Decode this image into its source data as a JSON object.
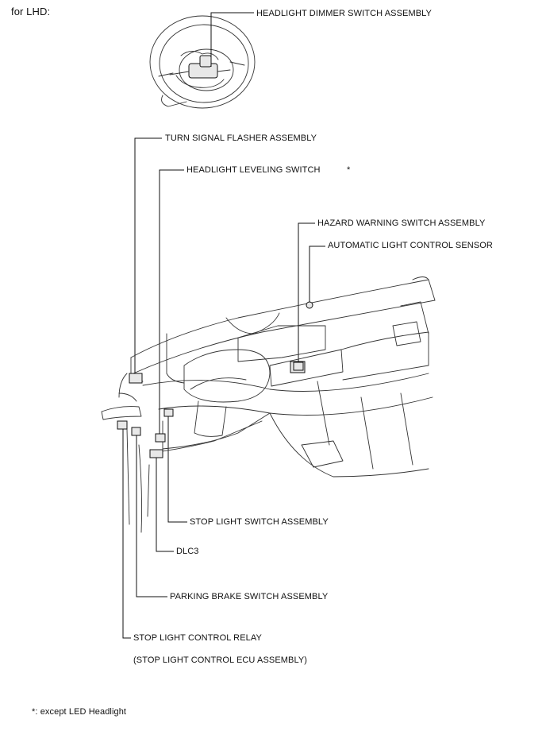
{
  "header": "for LHD:",
  "callouts": {
    "headlight_dimmer": "HEADLIGHT DIMMER SWITCH ASSEMBLY",
    "turn_signal": "TURN SIGNAL FLASHER ASSEMBLY",
    "headlight_leveling": "HEADLIGHT LEVELING SWITCH",
    "leveling_asterisk": "*",
    "hazard": "HAZARD WARNING SWITCH ASSEMBLY",
    "auto_light": "AUTOMATIC LIGHT CONTROL SENSOR",
    "stop_light_switch": "STOP LIGHT SWITCH ASSEMBLY",
    "dlc3": "DLC3",
    "parking_brake": "PARKING BRAKE SWITCH ASSEMBLY",
    "stop_light_relay": "STOP LIGHT CONTROL RELAY",
    "stop_light_ecu": "(STOP LIGHT CONTROL ECU ASSEMBLY)"
  },
  "footnote": "*: except LED Headlight"
}
